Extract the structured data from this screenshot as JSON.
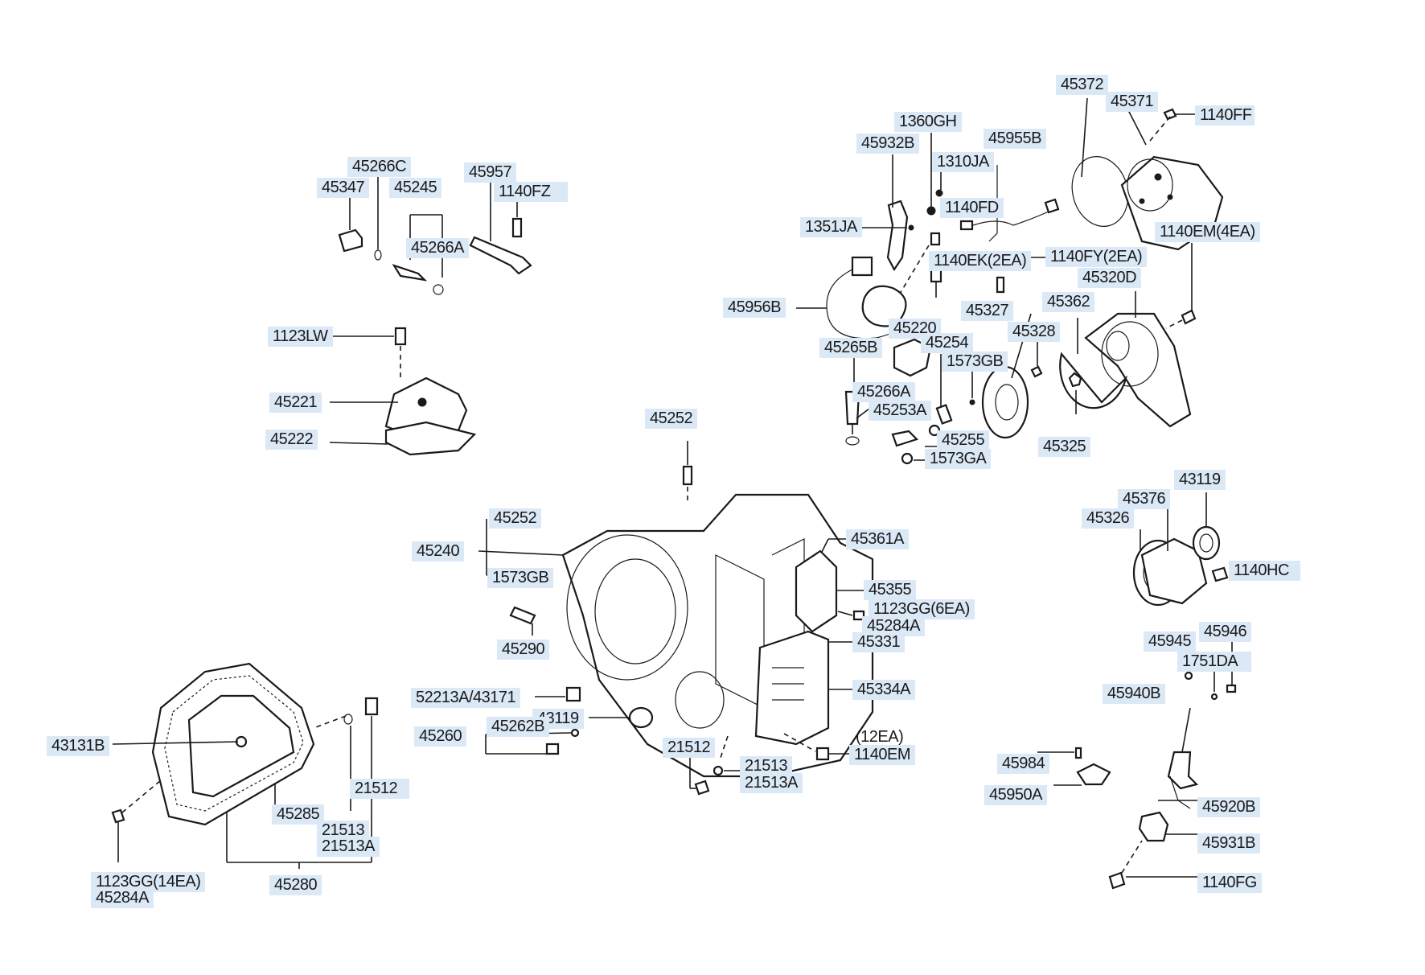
{
  "labels": {
    "l45372": "45372",
    "l45371": "45371",
    "l1140FF": "1140FF",
    "l1360GH": "1360GH",
    "l45932B": "45932B",
    "l45955B": "45955B",
    "l1310JA": "1310JA",
    "l1140FD": "1140FD",
    "l1351JA": "1351JA",
    "l1140EK": "1140EK(2EA)",
    "l1140FY": "1140FY(2EA)",
    "l1140EM4": "1140EM(4EA)",
    "l45320D": "45320D",
    "l45956B": "45956B",
    "l45327": "45327",
    "l45362": "45362",
    "l45328": "45328",
    "l45220": "45220",
    "l45254": "45254",
    "l45265B": "45265B",
    "l1573GB_a": "1573GB",
    "l45266A_b": "45266A",
    "l45253A": "45253A",
    "l45255": "45255",
    "l1573GA": "1573GA",
    "l45325": "45325",
    "l45266C": "45266C",
    "l45957": "45957",
    "l45347": "45347",
    "l45245": "45245",
    "l1140FZ": "1140FZ",
    "l45266A_a": "45266A",
    "l1123LW": "1123LW",
    "l45221": "45221",
    "l45222": "45222",
    "l45252_a": "45252",
    "l45252_b": "45252",
    "l45240": "45240",
    "l1573GB_b": "1573GB",
    "l45290": "45290",
    "l45361A": "45361A",
    "l45355": "45355",
    "l1123GG6": "1123GG(6EA)",
    "l45284A_a": "45284A",
    "l45331": "45331",
    "l45334A": "45334A",
    "l43119_a": "43119",
    "l45376": "45376",
    "l45326": "45326",
    "l1140HC": "1140HC",
    "l45945": "45945",
    "l45946": "45946",
    "l1751DA": "1751DA",
    "l45940B": "45940B",
    "l52213A": "52213A/43171",
    "l43119_b": "43119",
    "l45260": "45260",
    "l45262B": "45262B",
    "l21512_a": "21512",
    "l21513_a": "21513",
    "l21513A_a": "21513A",
    "l12EA": "(12EA)",
    "l1140EM12": "1140EM",
    "l43131B": "43131B",
    "l21512_b": "21512",
    "l45285": "45285",
    "l21513_b": "21513",
    "l21513A_b": "21513A",
    "l1123GG14": "1123GG(14EA)",
    "l45284A_b": "45284A",
    "l45280": "45280",
    "l45984": "45984",
    "l45950A": "45950A",
    "l45920B": "45920B",
    "l45931B": "45931B",
    "l1140FG": "1140FG"
  }
}
